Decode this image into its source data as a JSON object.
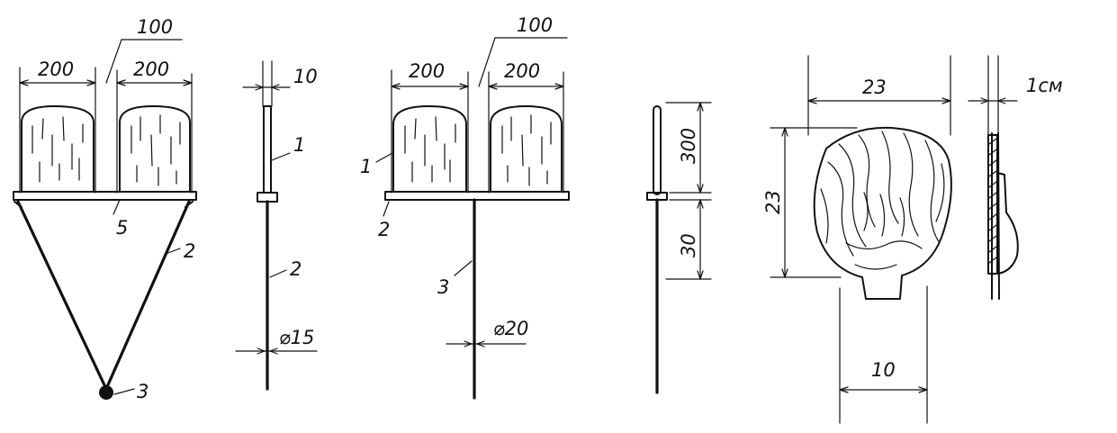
{
  "figure": {
    "fig1": {
      "dim_width_left": "200",
      "dim_width_right": "200",
      "dim_gap": "100",
      "label_frame": "5",
      "label_pole": "2",
      "label_ball": "3"
    },
    "fig2": {
      "dim_top": "10",
      "label_top": "1",
      "label_rod": "2",
      "dim_diameter": "⌀15"
    },
    "fig3": {
      "dim_width_left": "200",
      "dim_width_right": "200",
      "dim_gap": "100",
      "label_cloth": "1",
      "label_bar": "2",
      "label_pole": "3",
      "dim_diameter": "⌀20"
    },
    "fig4": {
      "dim_upper": "300",
      "dim_lower": "30"
    },
    "fig5": {
      "dim_width": "23",
      "dim_height": "23",
      "dim_neck": "10"
    },
    "fig6": {
      "dim_thickness": "1см"
    }
  }
}
